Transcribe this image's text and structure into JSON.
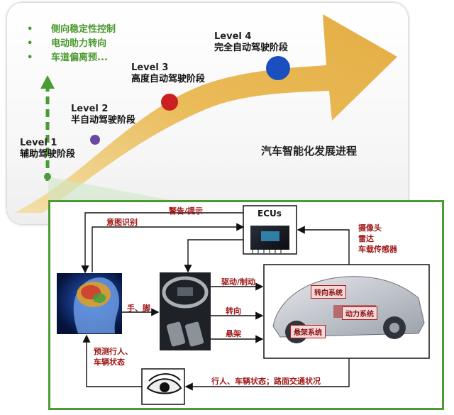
{
  "bullets": [
    "侧向稳定性控制",
    "电动助力转向",
    "车道偏离预..."
  ],
  "levels": [
    {
      "level": "Level 1",
      "name": "辅助驾驶阶段",
      "color": "#4c9a3c"
    },
    {
      "level": "Level 2",
      "name": "半自动驾驶阶段",
      "color": "#6a4aa0"
    },
    {
      "level": "Level 3",
      "name": "高度自动驾驶阶段",
      "color": "#cc1f1f"
    },
    {
      "level": "Level 4",
      "name": "完全自动驾驶阶段",
      "color": "#1a4fc0"
    }
  ],
  "title": "汽车智能化发展进程",
  "diagram": {
    "ecu": "ECUs",
    "warning": "警告/提示",
    "intent": "意图识别",
    "sensors": [
      "摄像头",
      "雷达",
      "车载传感器"
    ],
    "hand_foot": "手、脚",
    "drive_brake": "驱动/制动",
    "steering": "转向",
    "suspension": "悬架",
    "predict": [
      "预测行人、",
      "车辆状态"
    ],
    "road_status": "行人、车辆状态；路面交通状况",
    "car_labels": {
      "steering_system": "转向系统",
      "power_system": "动力系统",
      "suspension_system": "悬架系统"
    }
  },
  "colors": {
    "arrow": "#e8b84f",
    "green": "#4b9b35",
    "red": "#a01818"
  }
}
